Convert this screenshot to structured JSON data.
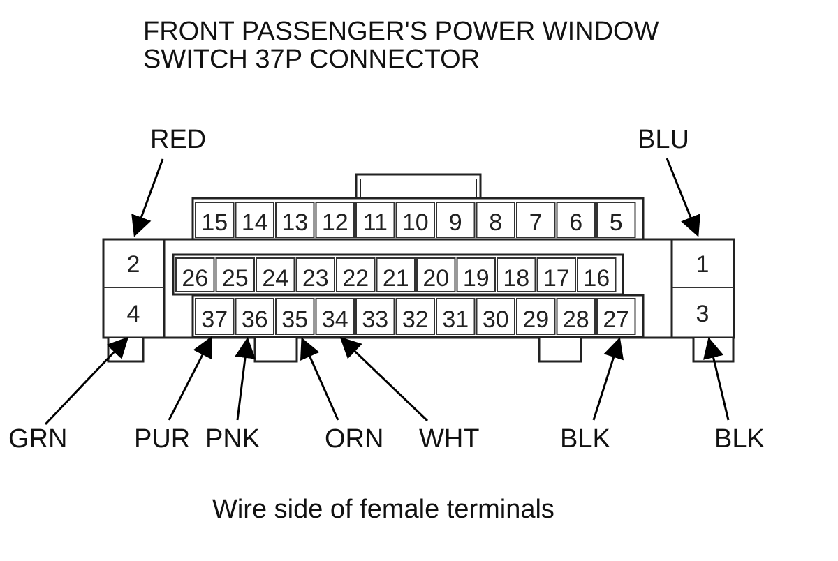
{
  "title": {
    "line1": "FRONT PASSENGER'S POWER WINDOW",
    "line2": "SWITCH 37P CONNECTOR"
  },
  "caption": "Wire side of female terminals",
  "connector": {
    "pin_count": 37,
    "top_row": [
      "15",
      "14",
      "13",
      "12",
      "11",
      "10",
      "9",
      "8",
      "7",
      "6",
      "5"
    ],
    "middle_row": [
      "26",
      "25",
      "24",
      "23",
      "22",
      "21",
      "20",
      "19",
      "18",
      "17",
      "16"
    ],
    "bottom_row": [
      "37",
      "36",
      "35",
      "34",
      "33",
      "32",
      "31",
      "30",
      "29",
      "28",
      "27"
    ],
    "left_block": [
      "2",
      "4"
    ],
    "right_block": [
      "1",
      "3"
    ]
  },
  "wires": {
    "red": {
      "label": "RED",
      "terminal": "2"
    },
    "blu": {
      "label": "BLU",
      "terminal": "1"
    },
    "grn": {
      "label": "GRN",
      "terminal": "4"
    },
    "pur": {
      "label": "PUR",
      "terminal": "37"
    },
    "pnk": {
      "label": "PNK",
      "terminal": "36"
    },
    "orn": {
      "label": "ORN",
      "terminal": "35"
    },
    "wht": {
      "label": "WHT",
      "terminal": "34"
    },
    "blk27": {
      "label": "BLK",
      "terminal": "27"
    },
    "blk3": {
      "label": "BLK",
      "terminal": "3"
    }
  }
}
